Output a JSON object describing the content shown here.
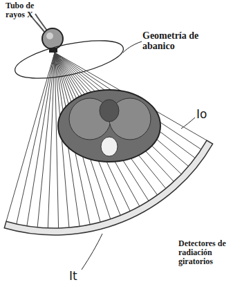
{
  "diagram": {
    "labels": [
      "Tubo de rayos X",
      "Geometría de abanico",
      "Io",
      "It",
      "Detectores de radiación giratorios"
    ]
  }
}
